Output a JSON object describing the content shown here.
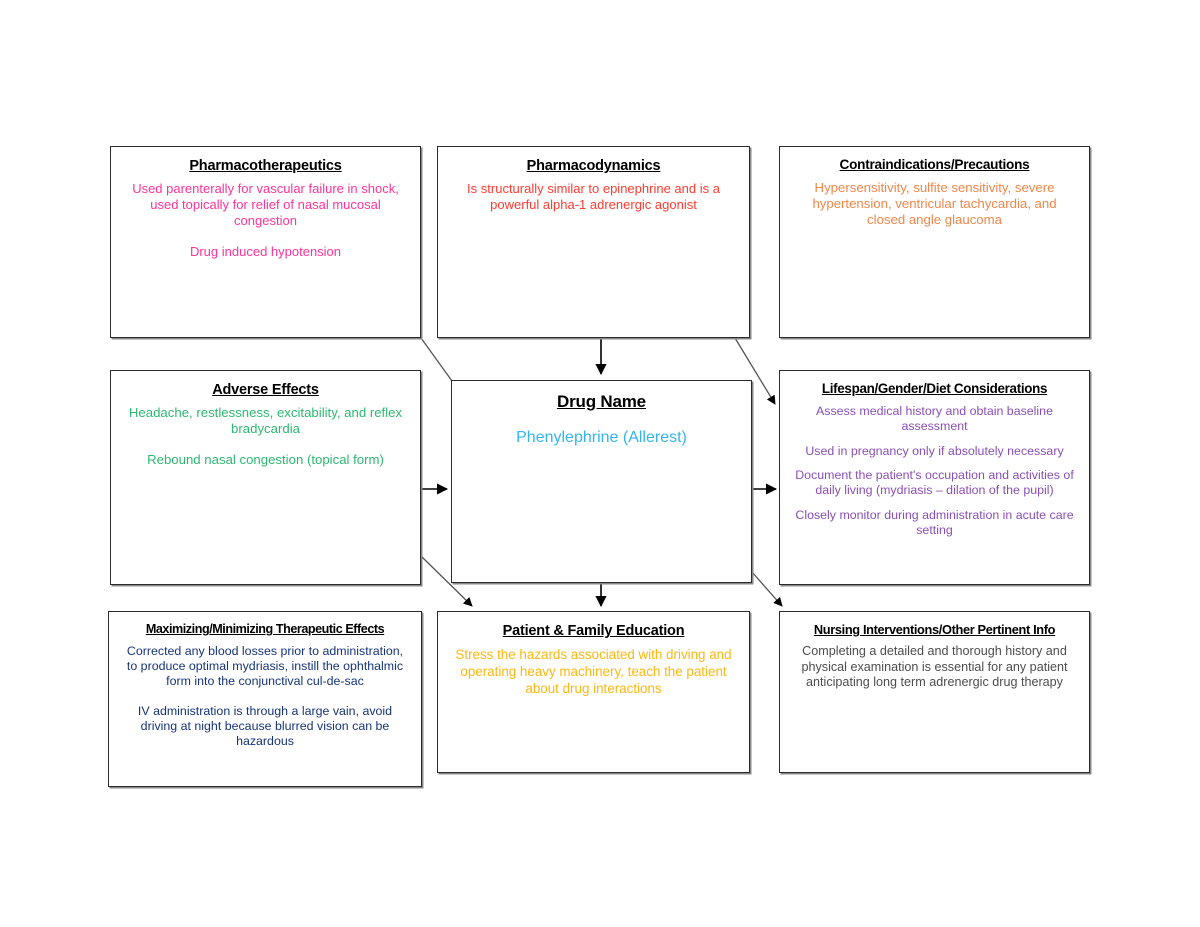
{
  "diagram": {
    "title": "Drug Concept Map",
    "center": {
      "id": "drug-name",
      "title": "Drug Name",
      "color": "#33b5f0",
      "paragraphs": [
        "Phenylephrine (Allerest)"
      ]
    },
    "nodes": [
      {
        "id": "pharmacotherapeutics",
        "title": "Pharmacotherapeutics",
        "color": "#ff3399",
        "paragraphs": [
          "Used parenterally for vascular failure in shock, used topically for relief of nasal mucosal congestion",
          "Drug induced hypotension"
        ]
      },
      {
        "id": "pharmacodynamics",
        "title": "Pharmacodynamics",
        "color": "#ff3b30",
        "paragraphs": [
          "Is structurally similar to epinephrine and is a powerful alpha-1 adrenergic agonist"
        ]
      },
      {
        "id": "contraindications",
        "title": "Contraindications/Precautions",
        "color": "#f0874a",
        "paragraphs": [
          "Hypersensitivity, sulfite sensitivity, severe hypertension, ventricular tachycardia, and closed angle glaucoma"
        ]
      },
      {
        "id": "adverse-effects",
        "title": "Adverse Effects",
        "color": "#2eb872",
        "paragraphs": [
          "Headache, restlessness, excitability, and reflex bradycardia",
          "Rebound nasal congestion (topical form)"
        ]
      },
      {
        "id": "lifespan",
        "title": "Lifespan/Gender/Diet Considerations",
        "color": "#8a4fb5",
        "paragraphs": [
          "Assess medical history and obtain baseline assessment",
          "Used in pregnancy only if absolutely necessary",
          "Document the patient's occupation and activities of daily living (mydriasis – dilation of the pupil)",
          "Closely monitor during administration in acute care setting"
        ]
      },
      {
        "id": "maximizing",
        "title": "Maximizing/Minimizing Therapeutic Effects",
        "color": "#16347a",
        "paragraphs": [
          "Corrected any blood losses prior to administration, to produce optimal mydriasis, instill the ophthalmic form into the conjunctival cul-de-sac",
          "IV administration is through a large vain, avoid driving at night because blurred vision can be hazardous"
        ]
      },
      {
        "id": "patient-education",
        "title": "Patient & Family Education",
        "color": "#ffb712",
        "paragraphs": [
          "Stress the hazards associated with driving and operating heavy machinery, teach the patient about drug interactions"
        ]
      },
      {
        "id": "nursing",
        "title": "Nursing Interventions/Other Pertinent Info",
        "color": "#4d4d4d",
        "paragraphs": [
          "Completing a detailed and thorough history and physical examination is essential for any patient anticipating long term adrenergic drug therapy"
        ]
      }
    ],
    "connectors": [
      {
        "id": "pharmacotherapeutics-to-drug-name",
        "from": "pharmacotherapeutics",
        "to": "drug-name",
        "arrowhead": false
      },
      {
        "id": "pharmacodynamics-to-drug-name",
        "from": "pharmacodynamics",
        "to": "drug-name",
        "arrowhead": true
      },
      {
        "id": "contraindications-to-lifespan",
        "from": "contraindications",
        "to": "lifespan",
        "arrowhead": true
      },
      {
        "id": "adverse-effects-to-drug-name",
        "from": "adverse-effects",
        "to": "drug-name",
        "arrowhead": true
      },
      {
        "id": "drug-name-to-lifespan",
        "from": "drug-name",
        "to": "lifespan",
        "arrowhead": true
      },
      {
        "id": "adverse-effects-to-patient-education",
        "from": "adverse-effects",
        "to": "patient-education",
        "arrowhead": true
      },
      {
        "id": "drug-name-to-patient-education",
        "from": "drug-name",
        "to": "patient-education",
        "arrowhead": true
      },
      {
        "id": "drug-name-to-nursing",
        "from": "drug-name",
        "to": "nursing",
        "arrowhead": true
      }
    ]
  }
}
